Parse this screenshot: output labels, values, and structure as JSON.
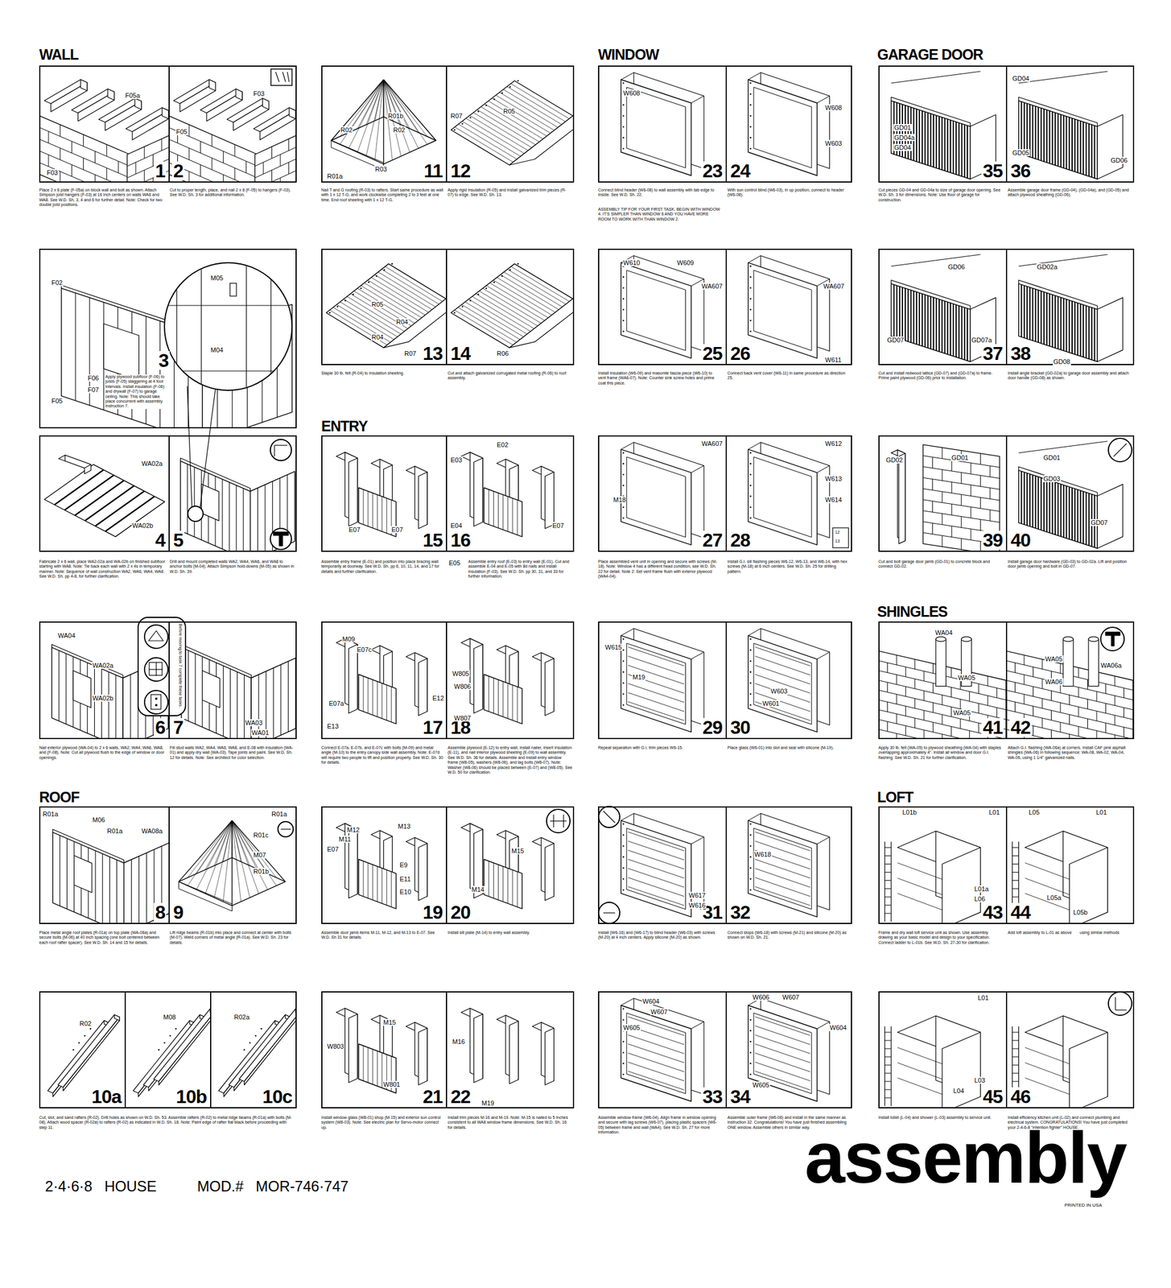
{
  "diagram": {
    "title": "assembly",
    "nodes": [
      {
        "text": [
          "1"
        ]
      },
      {
        "text": [
          "2"
        ]
      },
      {
        "text": [
          "3"
        ]
      },
      {
        "text": [
          "4"
        ]
      },
      {
        "text": [
          "5"
        ]
      },
      {
        "text": [
          "6"
        ]
      },
      {
        "text": [
          "7"
        ]
      },
      {
        "text": [
          "8"
        ]
      },
      {
        "text": [
          "9"
        ]
      },
      {
        "text": [
          "10a"
        ]
      },
      {
        "text": [
          "10b"
        ]
      },
      {
        "text": [
          "10c"
        ]
      },
      {
        "text": [
          "11"
        ]
      },
      {
        "text": [
          "12"
        ]
      },
      {
        "text": [
          "13"
        ]
      },
      {
        "text": [
          "14"
        ]
      },
      {
        "text": [
          "15"
        ]
      },
      {
        "text": [
          "16"
        ]
      },
      {
        "text": [
          "17"
        ]
      },
      {
        "text": [
          "18"
        ]
      },
      {
        "text": [
          "19"
        ]
      },
      {
        "text": [
          "20"
        ]
      },
      {
        "text": [
          "21"
        ]
      },
      {
        "text": [
          "22"
        ]
      },
      {
        "text": [
          "23"
        ]
      },
      {
        "text": [
          "24"
        ]
      },
      {
        "text": [
          "25"
        ]
      },
      {
        "text": [
          "26"
        ]
      },
      {
        "text": [
          "27"
        ]
      },
      {
        "text": [
          "28"
        ]
      },
      {
        "text": [
          "29"
        ]
      },
      {
        "text": [
          "30"
        ]
      },
      {
        "text": [
          "31"
        ]
      },
      {
        "text": [
          "32"
        ]
      },
      {
        "text": [
          "33"
        ]
      },
      {
        "text": [
          "34"
        ]
      },
      {
        "text": [
          "35"
        ]
      },
      {
        "text": [
          "36"
        ]
      },
      {
        "text": [
          "37"
        ]
      },
      {
        "text": [
          "38"
        ]
      },
      {
        "text": [
          "39"
        ]
      },
      {
        "text": [
          "40"
        ]
      },
      {
        "text": [
          "41"
        ]
      },
      {
        "text": [
          "42"
        ]
      },
      {
        "text": [
          "43"
        ]
      },
      {
        "text": [
          "44"
        ]
      },
      {
        "text": [
          "45"
        ]
      },
      {
        "text": [
          "46"
        ]
      }
    ],
    "labels": [
      "WALL",
      "WINDOW",
      "GARAGE DOOR",
      "ENTRY",
      "ROOF",
      "SHINGLES",
      "LOFT",
      "2·4·6·8 HOUSE",
      "MOD.# MOR-746·747",
      "PRINTED IN USA",
      "F05a",
      "F03",
      "F05",
      "F03",
      "F02",
      "F05",
      "F06",
      "F07",
      "M05",
      "M04",
      "Apply plywood subfloor (F-06) to joists (F-05) staggering at 4 foot intervals. Install insulation (F-06) and drywall (F-07) to garage ceiling. Note: This should take place concurrent with assembly instruction 7.",
      "WA02a",
      "WA02b",
      "WA04",
      "WA02a",
      "WA02b",
      "WA03",
      "WA01",
      "Before moving to task 7 complete these tasks.",
      "R01a",
      "M06",
      "R01a",
      "WA08a",
      "R01a",
      "R01c",
      "M07",
      "R01b",
      "R02",
      "M08",
      "R02a",
      "Place 2 x 6 plate (F-05a) on block wall and bolt as shown. Attach Simpson joist hangers (F-03) at 16 inch centers on walls WA6 and WA8. See W.D. Sh. 3, 4 and 6 for further detail. Note: Check for two double joist positions.",
      "Cut to proper length, place, and nail 2 x 8 (F-05) to hangers (F-03). See W.D. Sh. 3 for additional information.",
      "Fabricate 2 x 6 wall, place WA2-02a and WA-02b on finished subfloor starting with WA8. Note: Tie back each wall with 2 x 4s in temporary manner. Note: Sequence of wall construction WA2, WA6, WA4, WA8. See W.D. Sh. pp 4-8, for further clarification.",
      "Drill and mount completed walls WA2, WA4, WA6, and WA8 to anchor bolts (M-04). Attach Simpson hold-downs (M-05) as shown in W.D. Sh. 39.",
      "Nail exterior plywood (WA-04) to 2 x 6 walls, WA2, WA4, WA6, WA8, and (F-08). Note: Cut all plywood flush to the edge of window or door openings.",
      "Fill stud walls WA2, WA4, WA6, WA8, and E-08 with insulation (WA-01) and apply dry wall (WA-03). Tape joints and paint. See W.D. Sh. 12 for details. Note: See architect for color selection.",
      "Place metal angle roof plates (R-01a) on top plate (WA-08a) and secure bolts (M-06) at 40 inch spacing (one bolt centered between each roof rafter spacer). See W.D. Sh. 14 and 15 for details.",
      "Lift ridge beams (R-01b) into place and connect at center with bolts (M-07). Weld corners of metal angle (R-01a). See W.D. Sh. 23 for details.",
      "Cut, slot, and sand rafters (R-02). Drill holes as shown on W.D. Sh. 53. Assemble rafters (R-02) to metal ridge beams (R-01a) with bolts (M-08). Attach wood spacer (R-02a) to rafters (R-02) as indicated in W.D. Sh. 18. Note: Paint edge of rafter flat black before proceeding with step 11.",
      "R01b",
      "R02",
      "R02",
      "R03",
      "R01a",
      "R07",
      "R05",
      "R05",
      "R04",
      "R04",
      "R07",
      "R06",
      "E07",
      "E07",
      "E03",
      "E02",
      "E04",
      "E07",
      "E05",
      "M09",
      "E07c",
      "E07a",
      "E13",
      "E12",
      "W805",
      "W806",
      "W807",
      "M12",
      "M13",
      "M11",
      "E07",
      "E9",
      "E11",
      "E10",
      "M15",
      "M14",
      "W803",
      "M15",
      "W801",
      "M16",
      "M19",
      "Nail T and G roofing (R-03) to rafters. Start same procedure as wall with 1 x 12 T-G, and work clockwise completing 2 to 3 feet at one time. End roof sheeting with 1 x 12 T-G.",
      "Apply rigid insulation (R-05) and install galvanized trim pieces (R-07) to edge. See W.D. Sh. 13.",
      "Staple 30 lb. felt (R-04) to insulation sheeting.",
      "Cut and attach galvanized corrugated metal roofing (R-06) to roof assembly.",
      "Assemble entry frame (E-01) and position into place bracing wall temporarily at doorway. See W.D. Sh. pp 6, 10, 11, 14, and 17 for details and further clarification.",
      "Assemble entry roof (E-03) to entry wall (E-01). Cut and assemble E-04 and E-05 with 8d nails and install insulation (F-03). See W.D. Sh. pp 30, 31, and 33 for further information.",
      "Connect E-07a, E-07b, and E-07c with bolts (M-09) and metal angle (M-10) to the entry canopy side wall assembly. Note: E-07d will require two people to lift and position properly. See W.D. Sh. 30 for details.",
      "Assemble plywood (E-12) to entry wall, install nailer, insert insulation (E-11), and nail interior plywood sheeting (E-09) to wall assembly. See W.D. Sh. 36 for details. Assemble and install entry window frame (W8-05), washers (W8-06), and lag bolts (W8-07). Note: Washer (W8-06) should be placed between (E-07) and (W8-05). See W.D. 50 for clarification.",
      "Assemble door jamb items M-11, M-12, and M-13 to E-07. See W.D. Sh 31 for details.",
      "Install sill plate (M-14) to entry wall assembly.",
      "Install window glass (W8-01) shop (M-15) and exterior sun control system (W8-03). Note: See electric plan for Servo-motor connect up.",
      "Install trim pieces M-16 and M-19. Note: M-15 is nailed to 5 inches consistent to all WA8 window frame dimensions. See W.D. Sh. 16 for details.",
      "W608",
      "W608",
      "W603",
      "W610",
      "W609",
      "WA607",
      "WA607",
      "W611",
      "WA607",
      "M18",
      "W612",
      "W613",
      "W614",
      "W615",
      "M19",
      "W603",
      "W601",
      "W617",
      "W616",
      "W618",
      "W604",
      "W607",
      "W605",
      "W606",
      "W607",
      "W604",
      "W605",
      "Connect blind header (W6-08) to wall assembly with tab edge to inside. See W.D. Sh. 22.",
      "ASSEMBLY TIP FOR YOUR FIRST TASK, BEGIN WITH WINDOW 4. IT'S SIMPLER THAN WINDOW 6 AND YOU HAVE MORE ROOM TO WORK WITH THAN WINDOW 2.",
      "With sun control blind (W6-03), in up position, connect to header (W6-08).",
      "Install insulation (W6-09) and masonite fascia piece (W6-10) to vent frame (WA6-07). Note: Counter sink screw holes and prime coat this piece.",
      "Connect back vent cover (W6-11) in same procedure as direction 25.",
      "Place assembled vent unit in opening and secure with screws (M-18). Note: Window 4 has a different head condition, see W.D. Sh. 22 for detail. Note 2: Set vent frame flush with exterior plywood (WA4-04).",
      "Install G.I. sill flashing pieces W6-12, W6-13, and W6-14, with hex screws (M-18) at 6 inch centers. See W.D. Sh. 25 for drilling pattern.",
      "Repeat separation with G.I. trim pieces W6-15.",
      "Place glass (W6-01) into slot and seal with silicone (M-19).",
      "Install (W6-16) and (W6-17) to blind header (W6-03) with screws (M-20) at 4 inch centers. Apply silicone (M-20) as shown.",
      "Connect stops (W6-18) with screws (M-21) and silicone (M-20) as shown on W.D. Sh. 21.",
      "Assemble window frame (W6-04). Align frame in window opening and secure with lag screws (W6-07), placing plastic spacers (W6-05) between frame and wall (WA4). See W.D. Sh. 27 for more information.",
      "Assemble outer frame (W6-06) and install in the same manner as instruction 32. Congratulations! You have just finished assembling ONE window. Assemble others in similar way.",
      "GD01",
      "GD04a",
      "GD04",
      "GD04",
      "GD05",
      "GD06",
      "GD06",
      "GD07",
      "GD07a",
      "GD02a",
      "GD08",
      "GD02",
      "GD01",
      "GD01",
      "GD03",
      "GD07",
      "WA04",
      "WA05",
      "WA05",
      "WA05",
      "WA06",
      "WA06a",
      "L01b",
      "L01",
      "L05",
      "L01",
      "L01a",
      "L06",
      "L05a",
      "L05b",
      "L01",
      "L04",
      "L03",
      "Cut pieces GD-04 and GD-04a to size of garage door opening. See W.D. Sh. 3 for dimensions. Note: Use floor of garage for construction.",
      "Assemble garage door frame (GD-04), (GD-04a), and (GD-05) and attach plywood sheathing (GD-06).",
      "Cut and install redwood lattice (GD-07) and (GD-07a) to frame. Prime paint plywood (GD-06) prior to installation.",
      "Install angle bracket (GD-02a) to garage door assembly and attach door handle (GD-08) as shown.",
      "Cut and bolt garage door jamb (GD-01) to concrete block and connect GD-02.",
      "Install garage door hardware (GD-03) to GD-02a. Lift and position door jamb opening and bolt in GD-07.",
      "Apply 30 lb. felt (WA-05) to plywood sheathing (WA-04) with staples overlapping approximately 4\". Install all window and door G.I. flashing. See W.D. Sh. 21 for further clarification.",
      "Attach G.I. flashing (WA-06a) at corners. Install CAF pink asphalt shingles (WA-06) in following sequence: WA-08, WA-02, WA-04, WA-06, using 1 1/4\" galvanized nails.",
      "Frame and dry wall loft service unit as shown. Use assembly drawing as your basic model and design to your specification. Connect ladder to L-01b. See W.D. Sh. 27-30 for clarification.",
      "Add loft assembly to L-01 as above",
      "using similar methods",
      "Install toilet (L-04) and shower (L-03) assembly to service unit.",
      "Install efficiency kitchen unit (L-02) and connect plumbing and electrical system. CONGRATULATIONS! You have just completed your 2-4-6-8 \"intention fighter\" HOUSE.",
      "12",
      "13"
    ]
  }
}
